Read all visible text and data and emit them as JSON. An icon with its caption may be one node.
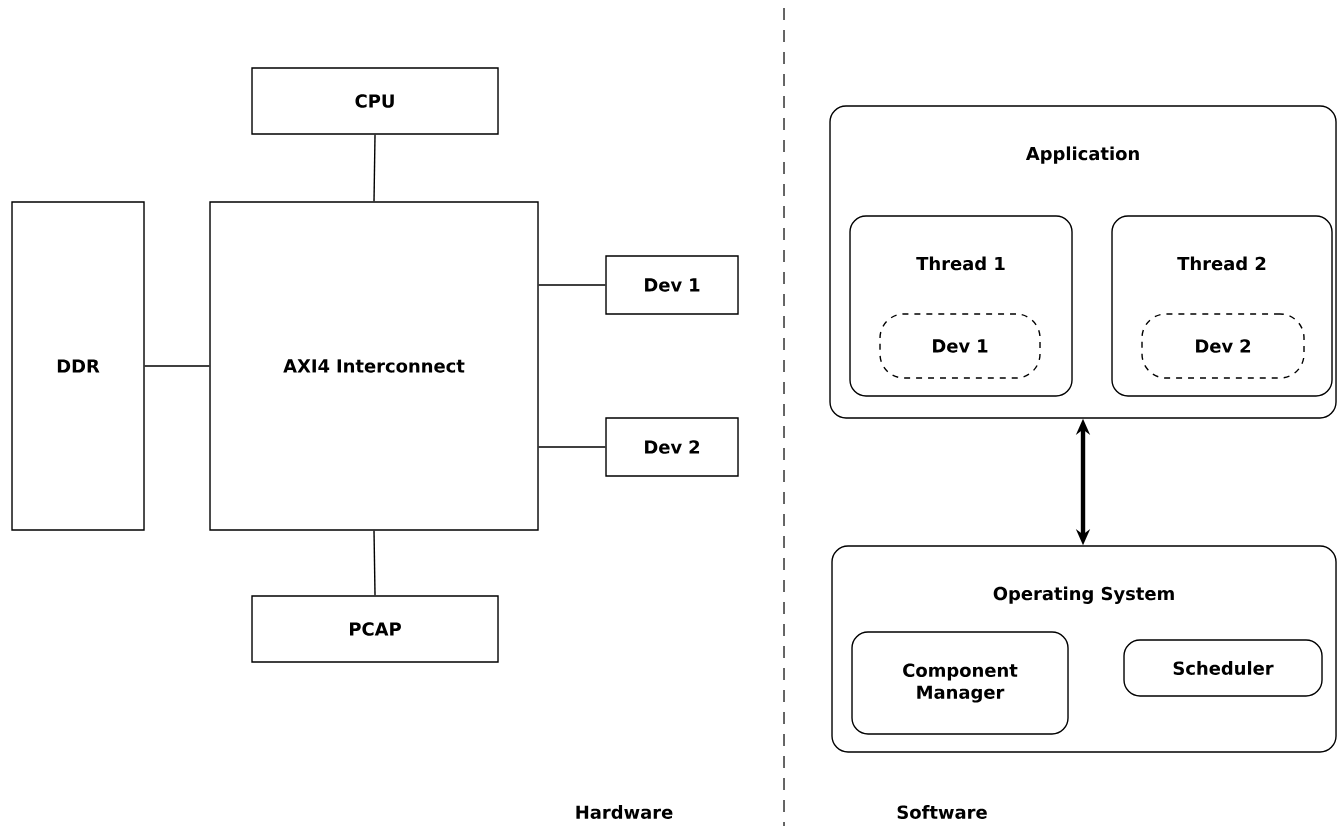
{
  "diagram": {
    "nodes": [
      {
        "text": [
          "CPU"
        ]
      },
      {
        "text": [
          "DDR"
        ]
      },
      {
        "text": [
          "AXI4 Interconnect"
        ]
      },
      {
        "text": [
          "Dev 1"
        ]
      },
      {
        "text": [
          "Dev 2"
        ]
      },
      {
        "text": [
          "PCAP"
        ]
      },
      {
        "text": [
          "Application"
        ]
      },
      {
        "text": [
          "Thread 1"
        ],
        "in": 6
      },
      {
        "text": [
          "Dev 1"
        ],
        "in": 7
      },
      {
        "text": [
          "Thread 2"
        ],
        "in": 6
      },
      {
        "text": [
          "Dev 2"
        ],
        "in": 9
      },
      {
        "text": [
          "Operating System"
        ]
      },
      {
        "text": [
          "Component Manager"
        ],
        "in": 11
      },
      {
        "text": [
          "Scheduler"
        ],
        "in": 11
      }
    ],
    "edges": [
      {
        "from": 0,
        "to": 2,
        "arrow": "none"
      },
      {
        "from": 1,
        "to": 2,
        "arrow": "none"
      },
      {
        "from": 2,
        "to": 3,
        "arrow": "none"
      },
      {
        "from": 2,
        "to": 4,
        "arrow": "none"
      },
      {
        "from": 2,
        "to": 5,
        "arrow": "none"
      },
      {
        "from": 6,
        "to": 11,
        "arrow": "both",
        "style": "thick"
      }
    ],
    "labels": [
      "Hardware",
      "Software"
    ]
  }
}
